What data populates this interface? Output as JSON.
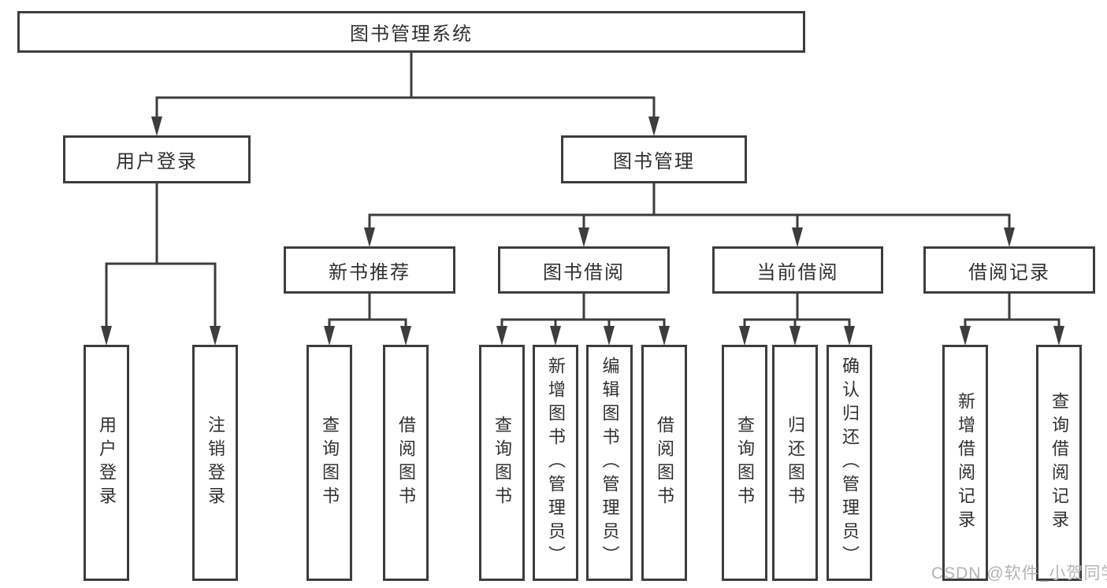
{
  "diagram": {
    "root": {
      "label": "图书管理系统"
    },
    "level2": [
      {
        "label": "用户登录"
      },
      {
        "label": "图书管理"
      }
    ],
    "level3": [
      {
        "label": "新书推荐",
        "parent": "图书管理"
      },
      {
        "label": "图书借阅",
        "parent": "图书管理"
      },
      {
        "label": "当前借阅",
        "parent": "图书管理"
      },
      {
        "label": "借阅记录",
        "parent": "图书管理"
      }
    ],
    "leaves": [
      {
        "label": "用户登录",
        "parent": "用户登录"
      },
      {
        "label": "注销登录",
        "parent": "用户登录"
      },
      {
        "label": "查询图书",
        "parent": "新书推荐"
      },
      {
        "label": "借阅图书",
        "parent": "新书推荐"
      },
      {
        "label": "查询图书",
        "parent": "图书借阅"
      },
      {
        "label": "新增图书（管理员）",
        "parent": "图书借阅"
      },
      {
        "label": "编辑图书（管理员）",
        "parent": "图书借阅"
      },
      {
        "label": "借阅图书",
        "parent": "图书借阅"
      },
      {
        "label": "查询图书",
        "parent": "当前借阅"
      },
      {
        "label": "归还图书",
        "parent": "当前借阅"
      },
      {
        "label": "确认归还（管理员）",
        "parent": "当前借阅"
      },
      {
        "label": "新增借阅记录",
        "parent": "借阅记录"
      },
      {
        "label": "查询借阅记录",
        "parent": "借阅记录"
      }
    ],
    "colors": {
      "line": "#3d3d3d",
      "text": "#303030",
      "background": "#ffffff",
      "watermark": "#b4b4b4"
    }
  },
  "watermark": {
    "text": "CSDN @软件_小贺同学"
  }
}
